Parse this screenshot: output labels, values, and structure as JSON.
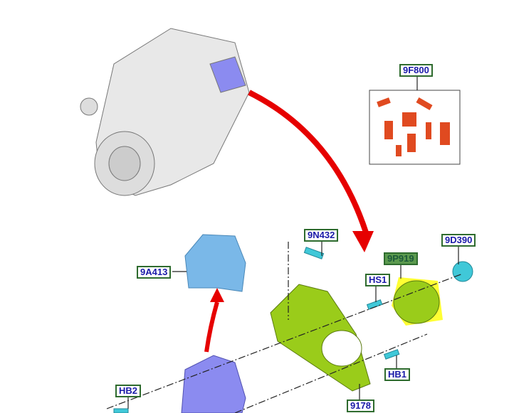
{
  "callouts": [
    {
      "id": "9F800",
      "label": "9F800"
    },
    {
      "id": "9N432",
      "label": "9N432"
    },
    {
      "id": "9D390",
      "label": "9D390"
    },
    {
      "id": "9P919",
      "label": "9P919",
      "highlighted": true
    },
    {
      "id": "HS1",
      "label": "HS1"
    },
    {
      "id": "9A413",
      "label": "9A413"
    },
    {
      "id": "HB1",
      "label": "HB1"
    },
    {
      "id": "HB2",
      "label": "HB2"
    },
    {
      "id": "9178",
      "label": "9178"
    }
  ],
  "colors": {
    "label_border": "#2e6b2e",
    "label_text": "#1a1aa8",
    "highlight": "#ffff33",
    "arrow": "#e60000",
    "pump": "#9acc1a",
    "bolt": "#40c8d8"
  }
}
